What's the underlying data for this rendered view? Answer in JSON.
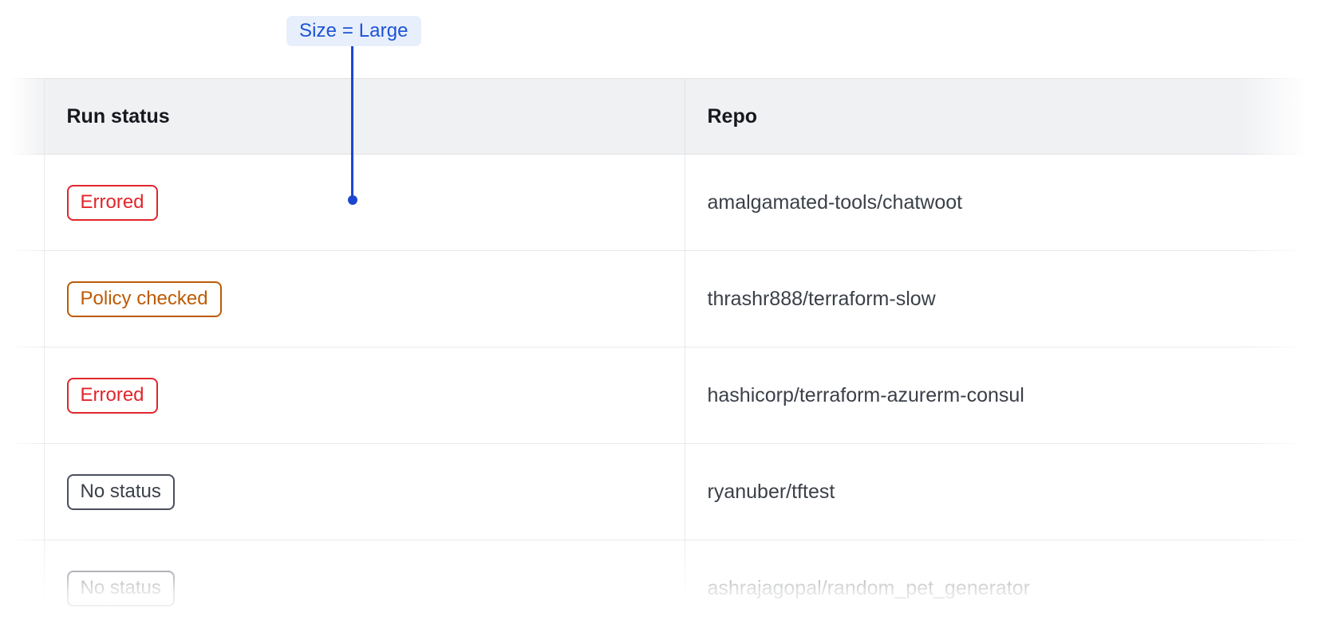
{
  "annotation": {
    "label": "Size = Large",
    "accent_color": "#1c46cf",
    "badge_bg": "#e8effc",
    "badge_text_color": "#1c53d6"
  },
  "table": {
    "columns": [
      {
        "key": "lead",
        "label": ""
      },
      {
        "key": "status",
        "label": "Run status"
      },
      {
        "key": "repo",
        "label": "Repo"
      }
    ],
    "rows": [
      {
        "status": "Errored",
        "status_color": "#e0262c",
        "repo": "amalgamated-tools/chatwoot"
      },
      {
        "status": "Policy checked",
        "status_color": "#bd5b04",
        "repo": "thrashr888/terraform-slow"
      },
      {
        "status": "Errored",
        "status_color": "#e0262c",
        "repo": "hashicorp/terraform-azurerm-consul"
      },
      {
        "status": "No status",
        "status_color": "#4a4f5c",
        "repo": "ryanuber/tftest"
      },
      {
        "status": "No status",
        "status_color": "#4a4f5c",
        "repo": "ashrajagopal/random_pet_generator"
      }
    ]
  },
  "theme": {
    "header_bg": "#f0f1f3",
    "border": "#dfe1e5",
    "row_border": "#e7e8ea",
    "text": "#3b4048",
    "heading_text": "#16181d"
  }
}
